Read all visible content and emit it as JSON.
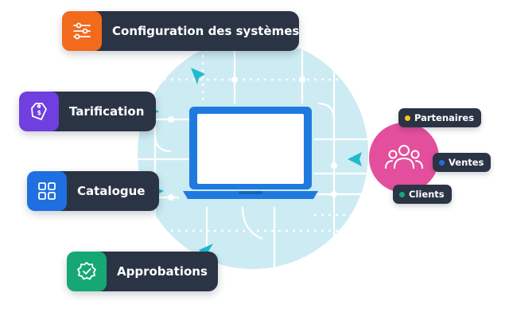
{
  "colors": {
    "card_bg": "#2b3445",
    "circle_bg": "#cdebf2",
    "arrow": "#1fbad0",
    "laptop": "#1f7ae0",
    "people_circle": "#e34f9c",
    "orange": "#f26a1b",
    "purple": "#6f3fe0",
    "blue": "#1f6fe0",
    "green": "#15a874"
  },
  "cards": [
    {
      "label": "Configuration des systèmes",
      "icon": "sliders-icon",
      "color": "#f26a1b"
    },
    {
      "label": "Tarification",
      "icon": "price-tag-icon",
      "color": "#6f3fe0"
    },
    {
      "label": "Catalogue",
      "icon": "grid-icon",
      "color": "#1f6fe0"
    },
    {
      "label": "Approbations",
      "icon": "badge-check-icon",
      "color": "#15a874"
    }
  ],
  "people": {
    "icon": "users-icon",
    "tags": [
      {
        "label": "Partenaires",
        "dot_color": "#f5c518"
      },
      {
        "label": "Ventes",
        "dot_color": "#1f6fe0"
      },
      {
        "label": "Clients",
        "dot_color": "#15a874"
      }
    ]
  }
}
